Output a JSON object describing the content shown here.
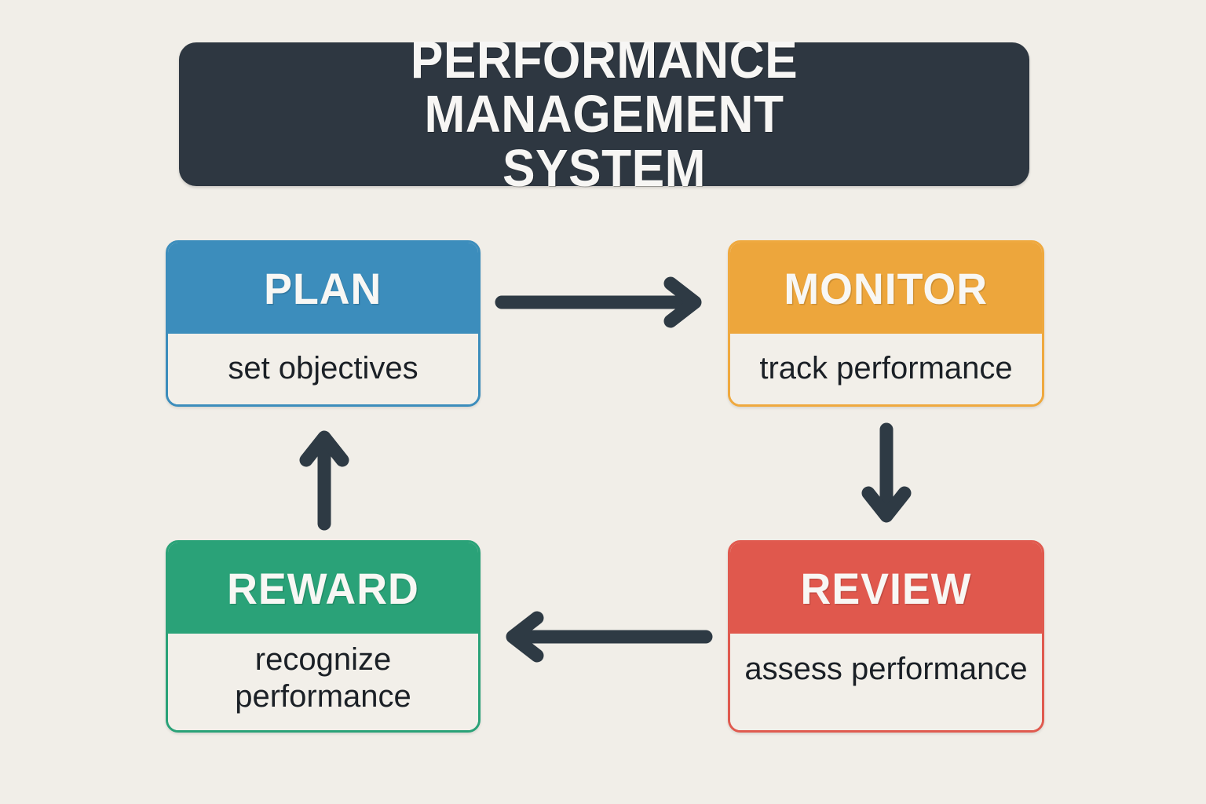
{
  "title": {
    "text": "PERFORMANCE MANAGEMENT\nSYSTEM"
  },
  "colors": {
    "background": "#f1eee8",
    "title_banner": "#2e3741",
    "plan": "#3c8dbc",
    "monitor": "#eda63c",
    "review": "#e0584d",
    "reward": "#2aa278",
    "arrow": "#2e3a44",
    "card_body": "#f2efe9",
    "card_text": "#1b2026",
    "card_title_text": "#f8f7f4"
  },
  "stages": [
    {
      "id": "plan",
      "title": "PLAN",
      "description": "set objectives",
      "accent": "#3c8dbc"
    },
    {
      "id": "monitor",
      "title": "MONITOR",
      "description": "track performance",
      "accent": "#eda63c"
    },
    {
      "id": "review",
      "title": "REVIEW",
      "description": "assess performance",
      "accent": "#e0584d"
    },
    {
      "id": "reward",
      "title": "REWARD",
      "description": "recognize\nperformance",
      "accent": "#2aa278"
    }
  ],
  "arrows": [
    {
      "id": "plan-to-monitor",
      "from": "plan",
      "to": "monitor",
      "direction": "right"
    },
    {
      "id": "monitor-to-review",
      "from": "monitor",
      "to": "review",
      "direction": "down"
    },
    {
      "id": "review-to-reward",
      "from": "review",
      "to": "reward",
      "direction": "left"
    },
    {
      "id": "reward-to-plan",
      "from": "reward",
      "to": "plan",
      "direction": "up"
    }
  ]
}
